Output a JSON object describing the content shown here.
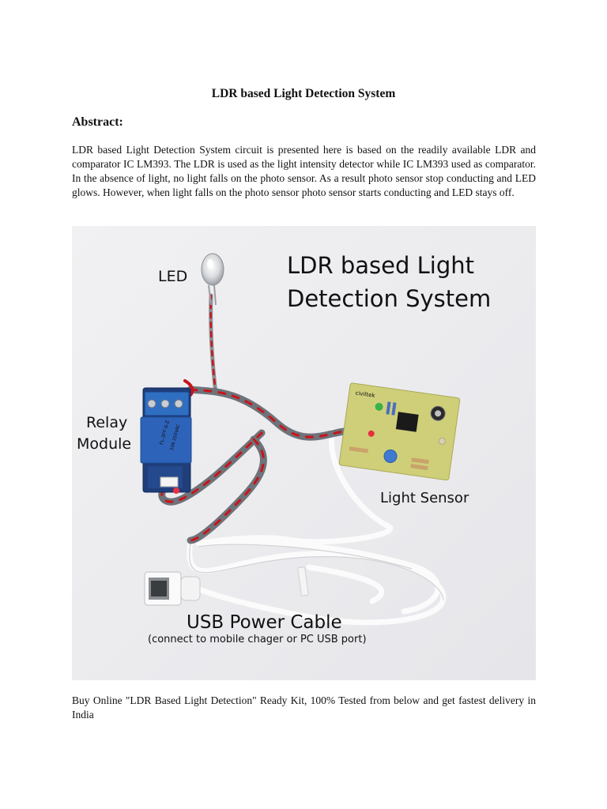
{
  "document": {
    "title": "LDR based Light Detection System",
    "abstract_heading": "Abstract:",
    "abstract_text": "LDR based Light Detection System circuit is presented here is based on the readily available LDR and comparator IC LM393. The LDR is used as the light intensity detector while IC LM393 used as comparator. In the absence of light, no light falls on the photo sensor. As a result photo sensor stop conducting and LED glows. However, when light falls on the photo sensor photo sensor starts conducting and LED stays off.",
    "caption": "Buy Online \"LDR Based Light Detection\" Ready Kit, 100% Tested from below and get fastest delivery in India"
  },
  "figure": {
    "title_line1": "LDR based Light",
    "title_line2": "Detection System",
    "label_led": "LED",
    "label_relay_line1": "Relay",
    "label_relay_line2": "Module",
    "label_light_sensor": "Light Sensor",
    "label_usb": "USB Power Cable",
    "label_usb_note": "(connect to mobile chager or PC USB port)",
    "relay_marking_1": "FL-3FF-S-Z",
    "relay_marking_2": "10A 250VAC",
    "pcb_marking": "civiltek"
  },
  "colors": {
    "background": "#ffffff",
    "photo_background": "#eeeef0",
    "relay_blue": "#2d63b8",
    "pcb_green": "#cfcf7a",
    "cable_white": "#f8f8f8",
    "wire_red": "#c8141c",
    "wrap_gray": "#6e737a"
  }
}
